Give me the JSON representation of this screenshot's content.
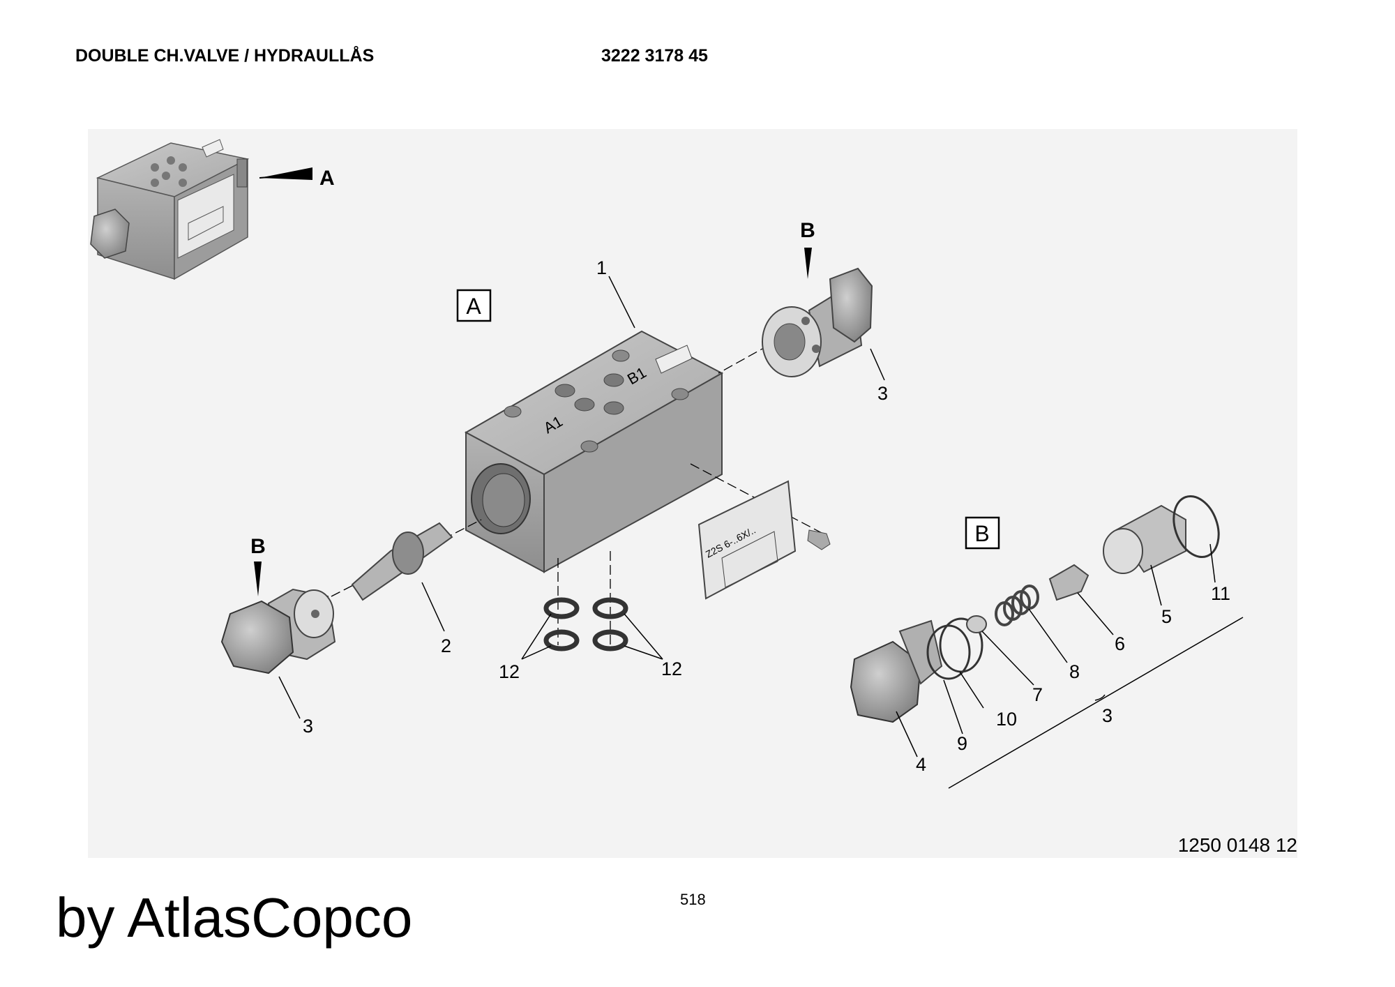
{
  "header": {
    "title": "DOUBLE CH.VALVE / HYDRAULLÅS",
    "part_number": "3222 3178 45"
  },
  "diagram": {
    "views": {
      "a_box": "A",
      "b_box": "B",
      "a_arrow": "A",
      "b_arrow_1": "B",
      "b_arrow_2": "B"
    },
    "ports": {
      "a1": "A1",
      "b1": "B1"
    },
    "plate_text": "Z2S 6-..6X/..",
    "callouts": {
      "c1": "1",
      "c2": "2",
      "c3_top": "3",
      "c3_left": "3",
      "c12_left": "12",
      "c12_right": "12",
      "c4": "4",
      "c9": "9",
      "c10": "10",
      "c7": "7",
      "c8": "8",
      "c6": "6",
      "c5": "5",
      "c11": "11",
      "c3_group": "3"
    }
  },
  "footer": {
    "drawing_number": "1250 0148 12",
    "page_number": "518",
    "brand": "by AtlasCopco"
  }
}
